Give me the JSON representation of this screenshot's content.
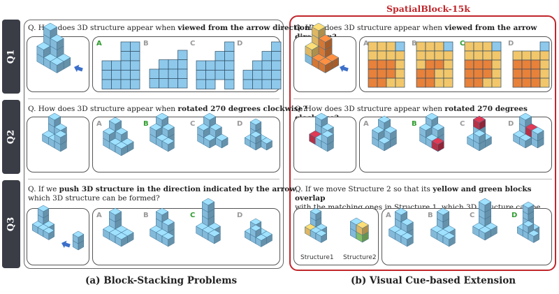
{
  "rows": [
    {
      "label": "Q1",
      "question_pre": "Q. How does 3D structure appear when ",
      "question_bold": "viewed from the arrow direction?",
      "question_post": ""
    },
    {
      "label": "Q2",
      "question_pre": "Q. How does 3D structure appear when ",
      "question_bold": "rotated 270 degrees clockwise?",
      "question_post": ""
    },
    {
      "label": "Q3",
      "question_a_pre": "Q. If we ",
      "question_a_bold": "push 3D structure in the direction indicated by the arrow",
      "question_a_post": ",",
      "question_a_line2": "which 3D structure can be formed?",
      "question_b_pre": "Q. If we move Structure 2 so that its ",
      "question_b_bold": "yellow and green blocks overlap",
      "question_b_line2": "with the matching ones in Structure 1, which 3D structure can be formed?"
    }
  ],
  "options": [
    "A",
    "B",
    "C",
    "D"
  ],
  "answers": {
    "left": {
      "q1": "A",
      "q2": "B",
      "q3": "C"
    },
    "right": {
      "q1": "C",
      "q2": "B",
      "q3": "D"
    }
  },
  "right_title": "SpatialBlock-15k",
  "structure_labels": [
    "Structure1",
    "Structure2"
  ],
  "captions": {
    "left": "(a) Block-Stacking Problems",
    "right": "(b) Visual Cue-based Extension"
  },
  "colors": {
    "blue": "#8ec9ec",
    "orange": "#e8813a",
    "yellow": "#f2c66a",
    "red": "#c8344c",
    "accent": "#c0262b",
    "correct": "#2e9b2e"
  }
}
